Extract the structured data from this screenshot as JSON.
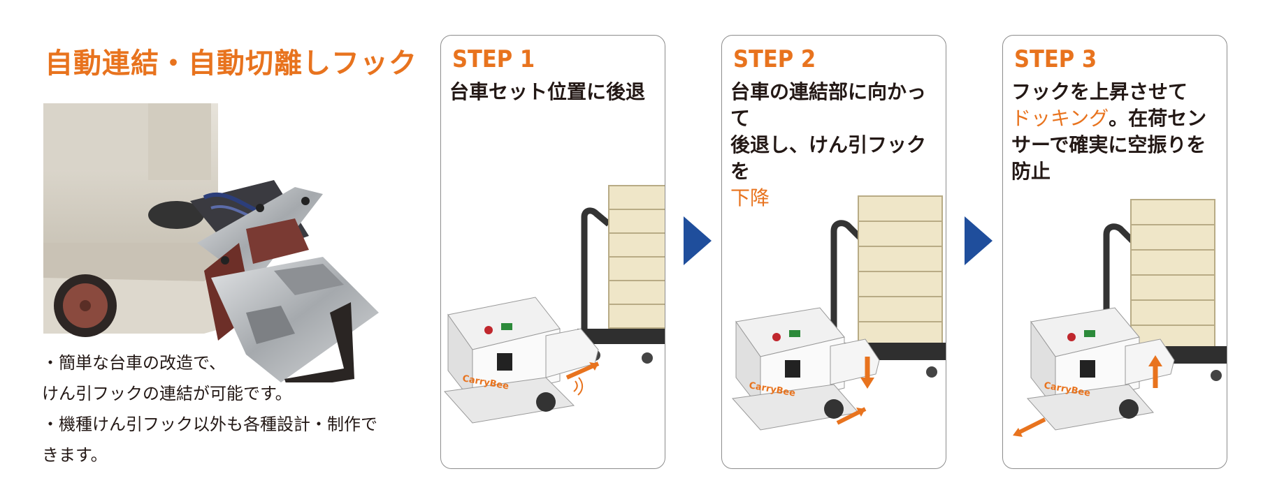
{
  "title": "自動連結・自動切離しフック",
  "bullets": [
    "・簡単な台車の改造で、",
    "けん引フックの連結が可能です。",
    "・機種けん引フック以外も各種設計・制作で",
    "きます。"
  ],
  "steps": [
    {
      "label": "STEP 1",
      "lines": [
        [
          {
            "t": "台車セット位置に後退",
            "hl": false
          }
        ]
      ]
    },
    {
      "label": "STEP 2",
      "lines": [
        [
          {
            "t": "台車の連結部に向かって",
            "hl": false
          }
        ],
        [
          {
            "t": "後退し、けん引フックを",
            "hl": false
          }
        ],
        [
          {
            "t": "下降",
            "hl": true
          }
        ]
      ]
    },
    {
      "label": "STEP 3",
      "lines": [
        [
          {
            "t": "フックを上昇させて",
            "hl": false
          }
        ],
        [
          {
            "t": "ドッキング",
            "hl": true
          },
          {
            "t": "。在荷セン",
            "hl": false
          }
        ],
        [
          {
            "t": "サーで確実に空振りを",
            "hl": false
          }
        ],
        [
          {
            "t": "防止",
            "hl": false
          }
        ]
      ]
    }
  ],
  "robot_logo": "CarryBee",
  "colors": {
    "accent": "#e8731e",
    "chevron": "#1f4e9c",
    "card_border": "#8c8c8c"
  }
}
